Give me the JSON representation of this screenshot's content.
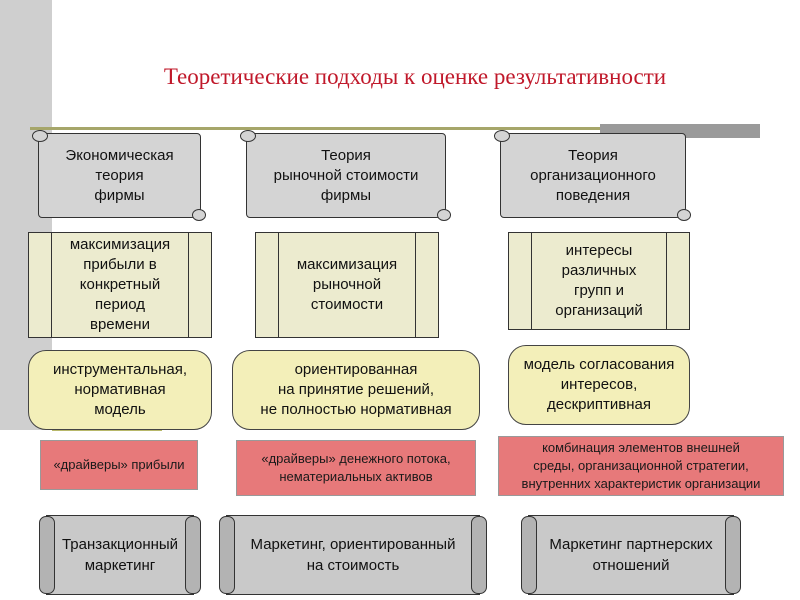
{
  "title": "Теоретические подходы к оценке результативности",
  "columns": [
    {
      "header": "Экономическая\nтеория\nфирмы",
      "goal": "максимизация\nприбыли в\nконкретный\nпериод\nвремени",
      "model": "инструментальная,\nнормативная\nмодель",
      "drivers": "«драйверы» прибыли",
      "marketing": "Транзакционный\nмаркетинг"
    },
    {
      "header": "Теория\nрыночной стоимости\nфирмы",
      "goal": "максимизация\nрыночной\nстоимости",
      "model": "ориентированная\nна принятие решений,\nне полностью нормативная",
      "drivers": "«драйверы» денежного потока,\nнематериальных активов",
      "marketing": "Маркетинг, ориентированный\nна стоимость"
    },
    {
      "header": "Теория\nорганизационного\nповедения",
      "goal": "интересы\nразличных\nгрупп и\nорганизаций",
      "model": "модель согласования\nинтересов,\nдескриптивная",
      "drivers": "комбинация элементов внешней\nсреды, организационной стратегии,\nвнутренних характеристик организации",
      "marketing": "Маркетинг партнерских\nотношений"
    }
  ]
}
